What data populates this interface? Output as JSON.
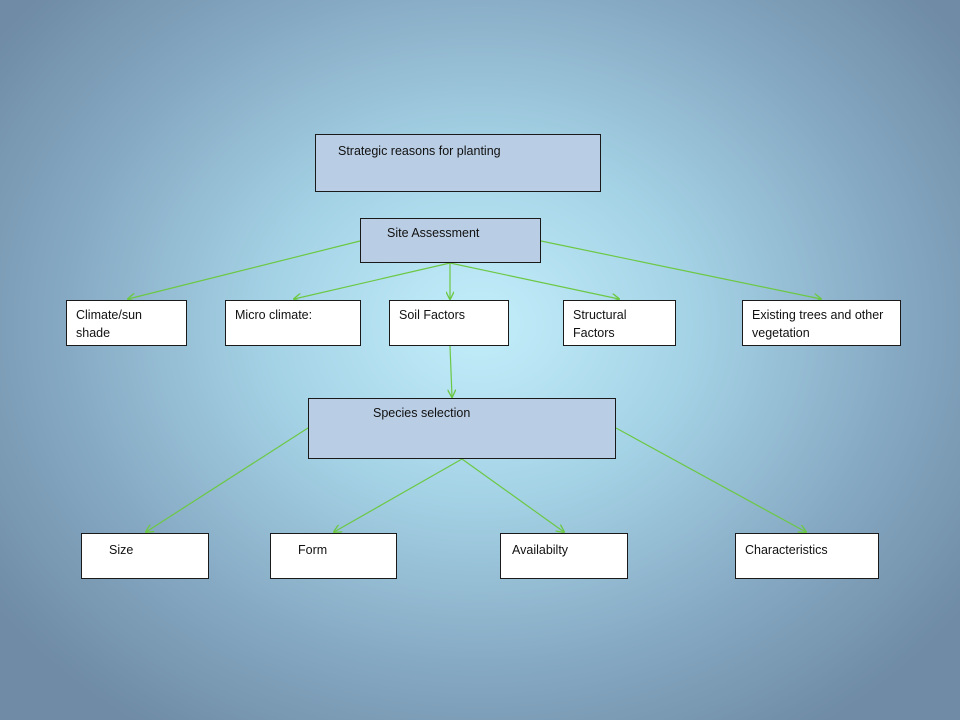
{
  "nodes": {
    "strategic": "Strategic reasons for planting",
    "site_assessment": "Site Assessment",
    "climate": "Climate/sun shade",
    "micro_climate": "Micro climate:",
    "soil": "Soil Factors",
    "structural": "Structural Factors",
    "existing": "Existing trees and other vegetation",
    "species": "Species selection",
    "size": "Size",
    "form": "Form",
    "availability": "Availabilty",
    "characteristics": "Characteristics"
  },
  "colors": {
    "connector": "#6cc844",
    "header_fill": "#b9cde4",
    "leaf_fill": "#ffffff",
    "border": "#1a1a1a"
  }
}
